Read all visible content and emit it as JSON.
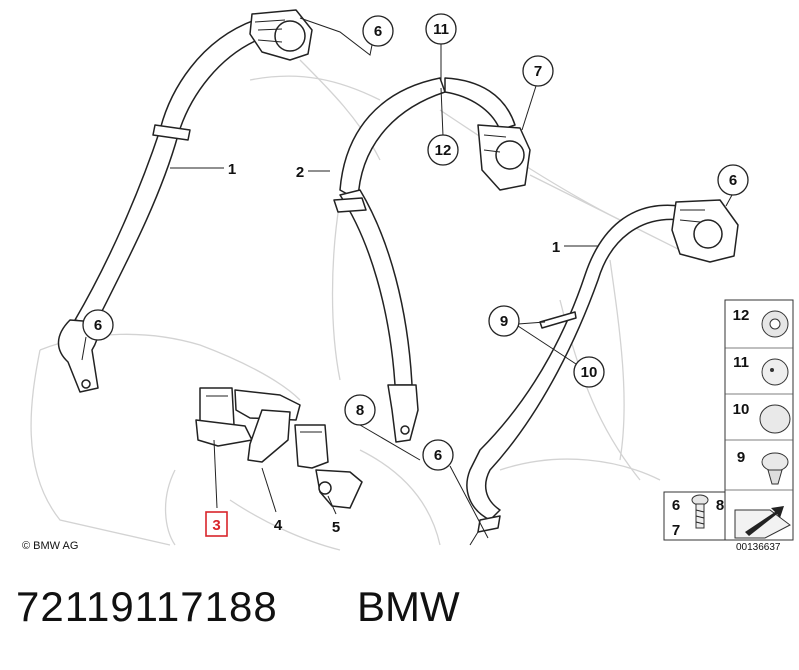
{
  "callouts": {
    "c6_top": "6",
    "c11": "11",
    "c7": "7",
    "c12_mid": "12",
    "c6_right": "6",
    "c6_left": "6",
    "c9": "9",
    "c10": "10",
    "c8": "8",
    "c6_bottom": "6"
  },
  "labels": {
    "l1_left": "1",
    "l2": "2",
    "l1_right": "1",
    "l4": "4",
    "l5": "5",
    "l3_highlight": "3"
  },
  "legend": {
    "items": [
      "12",
      "11",
      "10",
      "9"
    ],
    "combo_a": "6",
    "combo_b": "8",
    "combo_c": "7"
  },
  "highlight_color": "#d9252b",
  "copyright": "© BMW AG",
  "diagram_code": "00136637",
  "part_number": "72119117188",
  "brand": "BMW"
}
